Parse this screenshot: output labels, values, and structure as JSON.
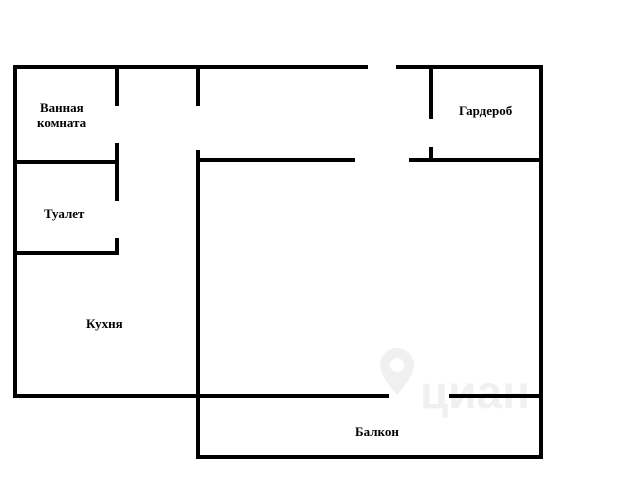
{
  "plan": {
    "rooms": {
      "bathroom": [
        "Ванная",
        "комната"
      ],
      "toilet": "Туалет",
      "kitchen": "Кухня",
      "wardrobe": "Гардероб",
      "balcony": "Балкон"
    },
    "watermark": "циан"
  }
}
